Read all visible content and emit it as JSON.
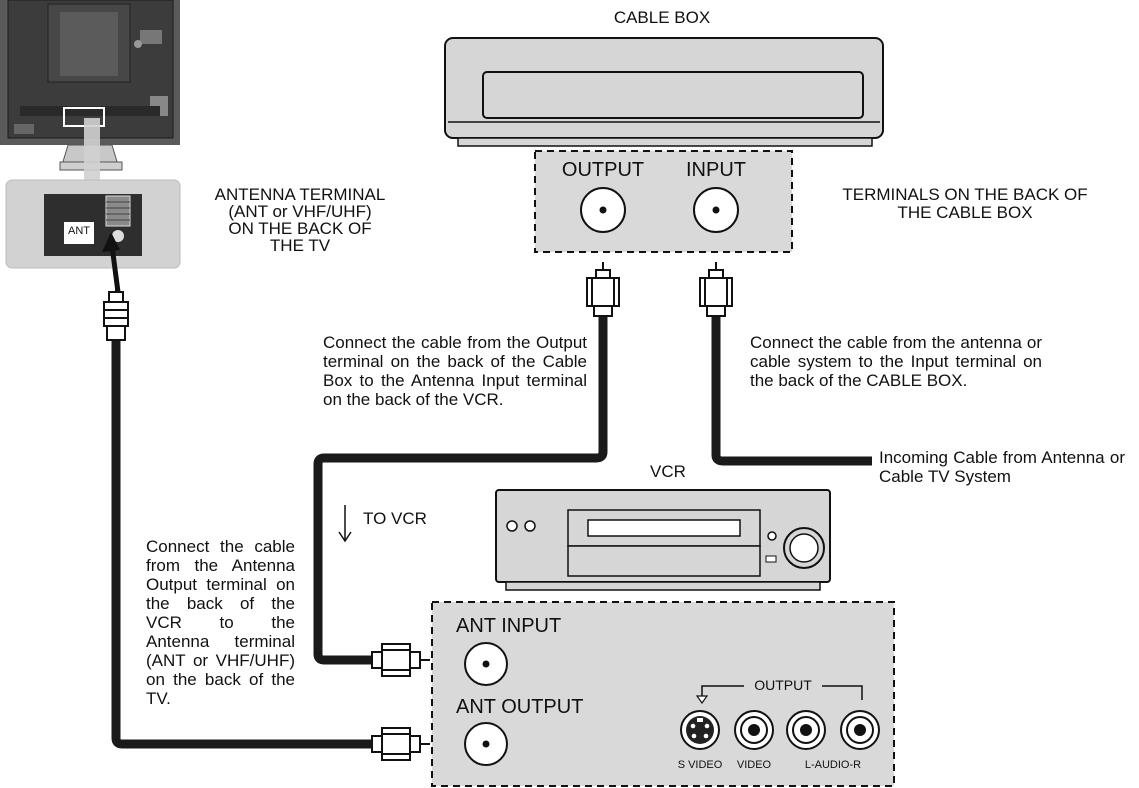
{
  "labels": {
    "cable_box_title": "CABLE BOX",
    "output": "OUTPUT",
    "input": "INPUT",
    "terminals_back_cable_box": "TERMINALS ON THE BACK OF\nTHE CABLE BOX",
    "antenna_terminal_tv": "ANTENNA TERMINAL\n(ANT or VHF/UHF)\nON THE BACK OF\nTHE TV",
    "ant_badge": "ANT",
    "connect_output_to_vcr": "Connect the cable from the Output terminal on the back of the Cable Box to the Antenna Input terminal on the back of the VCR.",
    "connect_antenna_to_input": "Connect the cable from the antenna or cable system to the Input terminal on the back of the CABLE BOX.",
    "incoming_cable": "Incoming Cable from Antenna or Cable TV System",
    "vcr_title": "VCR",
    "to_vcr": "TO VCR",
    "connect_vcr_to_tv": "Connect the cable from the Antenna Output terminal on the back of the VCR to the Antenna terminal (ANT or VHF/UHF) on the back of the TV.",
    "ant_input": "ANT INPUT",
    "ant_output": "ANT OUTPUT",
    "output_group": "OUTPUT",
    "s_video": "S VIDEO",
    "video": "VIDEO",
    "l_audio_r": "L-AUDIO-R"
  },
  "colors": {
    "device_fill": "#d6d6d6",
    "panel_fill": "#d9d9d9",
    "cable": "#1a1a1a",
    "stroke": "#111111"
  }
}
